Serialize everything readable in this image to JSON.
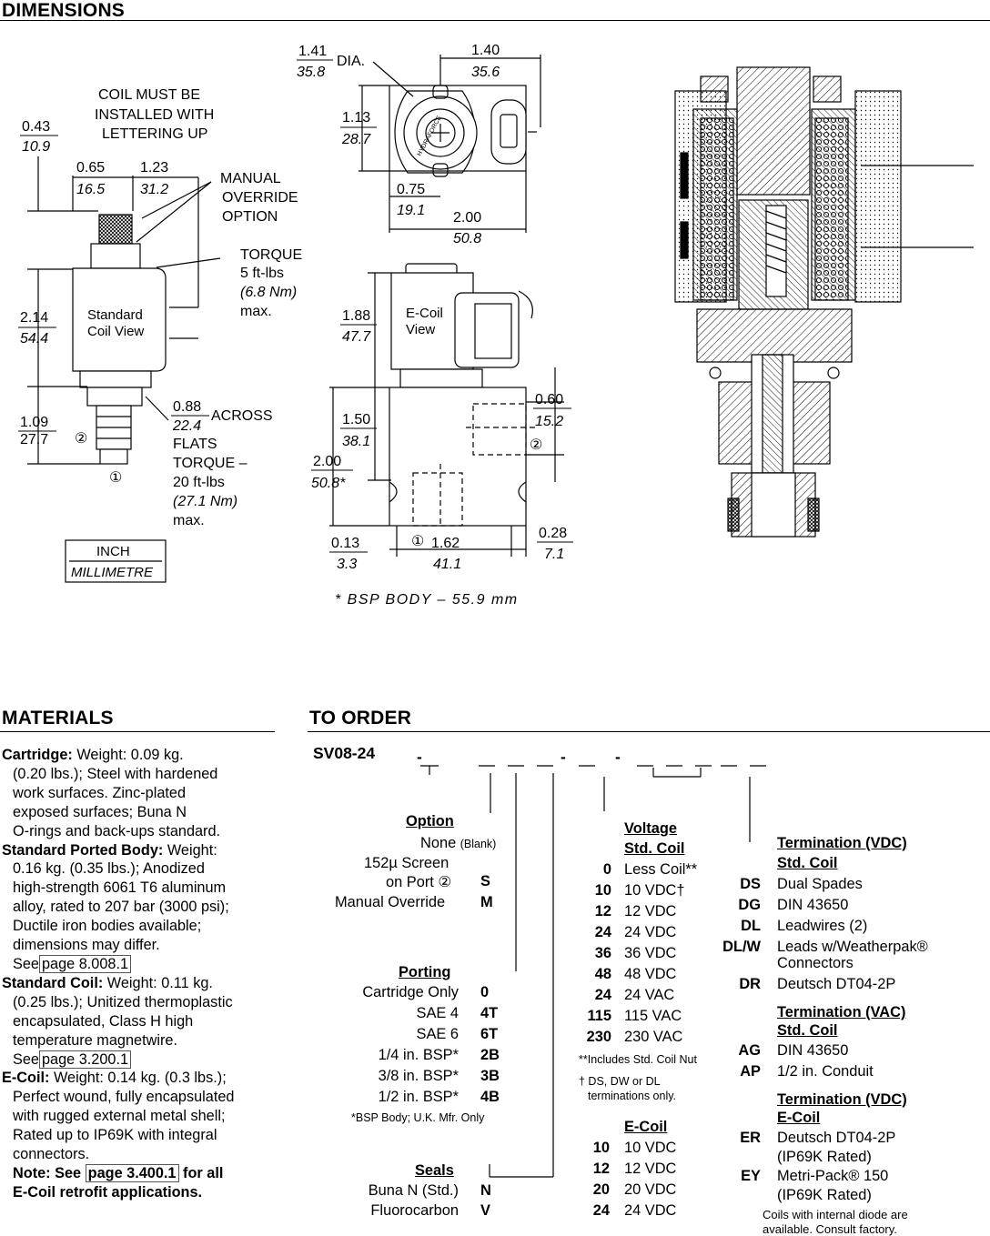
{
  "headers": {
    "dimensions": "DIMENSIONS",
    "materials": "MATERIALS",
    "to_order": "TO ORDER"
  },
  "drawing": {
    "coil_note": [
      "COIL MUST BE",
      "INSTALLED WITH",
      "LETTERING UP"
    ],
    "manual_override": [
      "MANUAL",
      "OVERRIDE",
      "OPTION"
    ],
    "torque_coil": [
      "TORQUE",
      "5 ft-lbs",
      "(6.8 Nm)",
      "max."
    ],
    "standard_coil_view": [
      "Standard",
      "Coil View"
    ],
    "across_flats": [
      "ACROSS",
      "FLATS"
    ],
    "torque_cart": [
      "TORQUE –",
      "20 ft-lbs",
      "(27.1 Nm)",
      "max."
    ],
    "ecoil_view": [
      "E-Coil",
      "View"
    ],
    "dia": "DIA.",
    "bsp_note": "* BSP BODY – 55.9 mm",
    "unit_inch": "INCH",
    "unit_mm": "MILLIMETRE",
    "brand": "HYDRAFORCE",
    "dims": {
      "d043": [
        "0.43",
        "10.9"
      ],
      "d065": [
        "0.65",
        "16.5"
      ],
      "d123": [
        "1.23",
        "31.2"
      ],
      "d214": [
        "2.14",
        "54.4"
      ],
      "d109": [
        "1.09",
        "27.7"
      ],
      "d088": [
        "0.88",
        "22.4"
      ],
      "d141": [
        "1.41",
        "35.8"
      ],
      "d140": [
        "1.40",
        "35.6"
      ],
      "d113": [
        "1.13",
        "28.7"
      ],
      "d075": [
        "0.75",
        "19.1"
      ],
      "d200w": [
        "2.00",
        "50.8"
      ],
      "d188": [
        "1.88",
        "47.7"
      ],
      "d150": [
        "1.50",
        "38.1"
      ],
      "d200h": [
        "2.00",
        "50.8*"
      ],
      "d060": [
        "0.60",
        "15.2"
      ],
      "d013": [
        "0.13",
        "3.3"
      ],
      "d162": [
        "1.62",
        "41.1"
      ],
      "d028": [
        "0.28",
        "7.1"
      ]
    },
    "port1": "①",
    "port2": "②"
  },
  "materials": {
    "cartridge_label": "Cartridge:",
    "cartridge_text": [
      " Weight: 0.09 kg.",
      "(0.20 lbs.); Steel with hardened",
      "work surfaces. Zinc-plated",
      "exposed surfaces; Buna N",
      "O-rings and back-ups standard."
    ],
    "body_label": "Standard Ported Body:",
    "body_text": [
      " Weight:",
      "0.16 kg. (0.35 lbs.); Anodized",
      "high-strength 6061 T6 aluminum",
      "alloy, rated to 207 bar (3000 psi);",
      "Ductile iron bodies available;",
      "dimensions may differ."
    ],
    "see": "See",
    "body_page": "page 8.008.1",
    "coil_label": "Standard Coil:",
    "coil_text": [
      " Weight: 0.11 kg.",
      "(0.25 lbs.); Unitized thermoplastic",
      "encapsulated, Class H high",
      "temperature magnetwire."
    ],
    "coil_page": "page 3.200.1",
    "ecoil_label": "E-Coil:",
    "ecoil_text": [
      " Weight: 0.14 kg. (0.3 lbs.);",
      "Perfect wound, fully encapsulated",
      "with rugged external metal shell;",
      "Rated up to IP69K with integral",
      "connectors."
    ],
    "note_a": "Note: See",
    "note_page": "page 3.400.1",
    "note_b": "for all",
    "note_c": "E-Coil retrofit applications."
  },
  "order": {
    "model": "SV08-24",
    "option": {
      "title": "Option",
      "rows": [
        {
          "label": "None",
          "sub": "(Blank)",
          "code": ""
        },
        {
          "label": "152µ Screen",
          "sub": "",
          "code": ""
        },
        {
          "label": "on Port ②",
          "sub": "",
          "code": "S"
        },
        {
          "label": "Manual Override",
          "sub": "",
          "code": "M"
        }
      ]
    },
    "porting": {
      "title": "Porting",
      "rows": [
        {
          "label": "Cartridge Only",
          "code": "0"
        },
        {
          "label": "SAE 4",
          "code": "4T"
        },
        {
          "label": "SAE 6",
          "code": "6T"
        },
        {
          "label": "1/4 in. BSP*",
          "code": "2B"
        },
        {
          "label": "3/8 in. BSP*",
          "code": "3B"
        },
        {
          "label": "1/2 in. BSP*",
          "code": "4B"
        }
      ],
      "note": "*BSP Body; U.K. Mfr. Only"
    },
    "seals": {
      "title": "Seals",
      "rows": [
        {
          "label": "Buna N (Std.)",
          "code": "N"
        },
        {
          "label": "Fluorocarbon",
          "code": "V"
        }
      ]
    },
    "voltage": {
      "title1": "Voltage",
      "title2": "Std. Coil",
      "rows": [
        {
          "code": "0",
          "label": "Less Coil**"
        },
        {
          "code": "10",
          "label": "10 VDC†"
        },
        {
          "code": "12",
          "label": "12 VDC"
        },
        {
          "code": "24",
          "label": "24 VDC"
        },
        {
          "code": "36",
          "label": "36 VDC"
        },
        {
          "code": "48",
          "label": "48 VDC"
        },
        {
          "code": "24",
          "label": "24 VAC"
        },
        {
          "code": "115",
          "label": "115 VAC"
        },
        {
          "code": "230",
          "label": "230 VAC"
        }
      ],
      "note1": "**Includes Std. Coil Nut",
      "note2a": "† DS, DW or DL",
      "note2b": "terminations only.",
      "ecoil_title": "E-Coil",
      "ecoil_rows": [
        {
          "code": "10",
          "label": "10 VDC"
        },
        {
          "code": "12",
          "label": "12 VDC"
        },
        {
          "code": "20",
          "label": "20 VDC"
        },
        {
          "code": "24",
          "label": "24 VDC"
        }
      ]
    },
    "termination": {
      "vdc_title1": "Termination (VDC)",
      "vdc_title2": "Std. Coil",
      "vdc_rows": [
        {
          "code": "DS",
          "label": "Dual Spades"
        },
        {
          "code": "DG",
          "label": "DIN 43650"
        },
        {
          "code": "DL",
          "label": "Leadwires (2)"
        },
        {
          "code": "DL/W",
          "label": "Leads w/Weatherpak®"
        },
        {
          "code": "",
          "label": "Connectors"
        },
        {
          "code": "DR",
          "label": "Deutsch DT04-2P"
        }
      ],
      "vac_title1": "Termination (VAC)",
      "vac_title2": "Std. Coil",
      "vac_rows": [
        {
          "code": "AG",
          "label": "DIN 43650"
        },
        {
          "code": "AP",
          "label": "1/2 in. Conduit"
        }
      ],
      "ec_title1": "Termination (VDC)",
      "ec_title2": "E-Coil",
      "ec_rows": [
        {
          "code": "ER",
          "label": "Deutsch DT04-2P"
        },
        {
          "code": "",
          "label": "(IP69K Rated)"
        },
        {
          "code": "EY",
          "label": "Metri-Pack® 150"
        },
        {
          "code": "",
          "label": "(IP69K Rated)"
        }
      ],
      "diode_note": [
        "Coils with internal diode are",
        "available. Consult factory."
      ]
    }
  }
}
